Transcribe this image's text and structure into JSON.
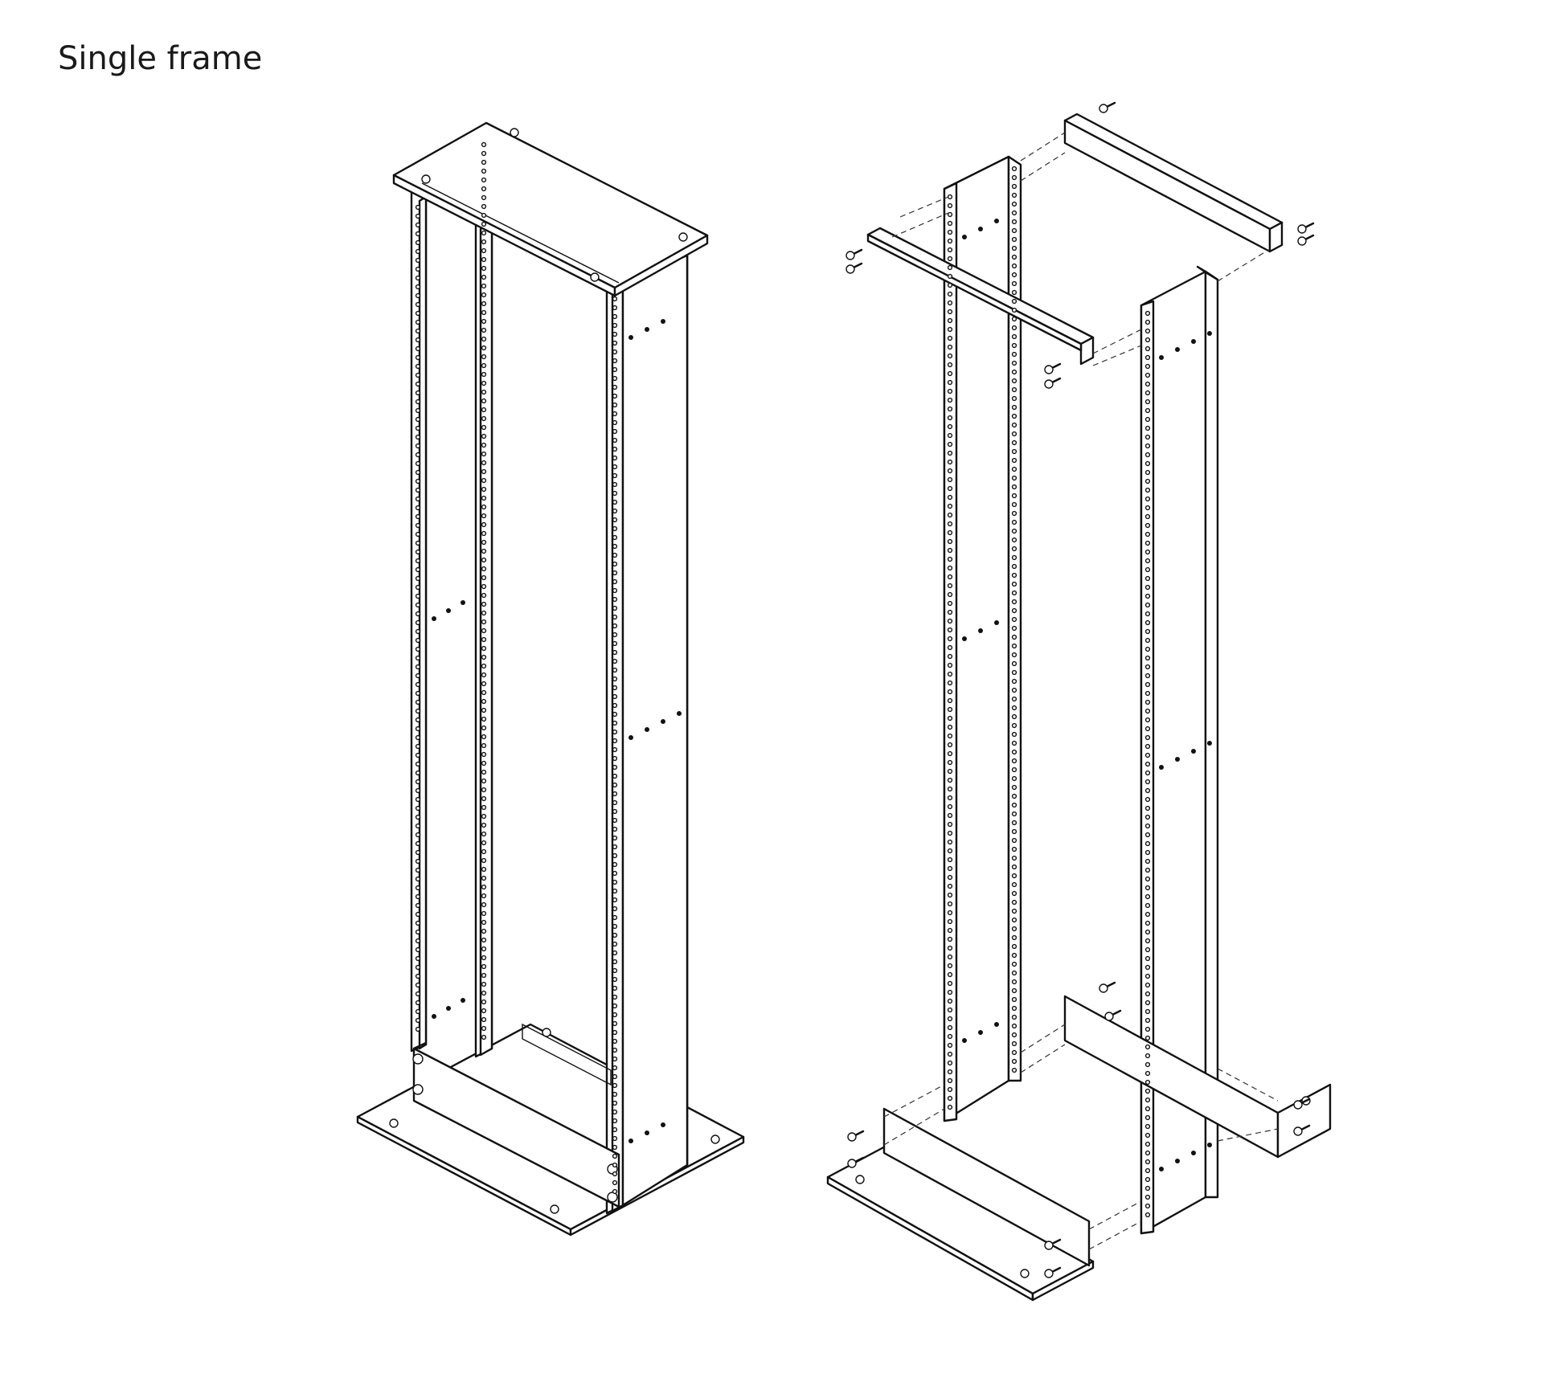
{
  "page": {
    "title": "Single frame"
  },
  "figures": [
    {
      "id": "assembled-frame"
    },
    {
      "id": "exploded-frame"
    }
  ],
  "colors": {
    "line": "#111111",
    "background": "#ffffff"
  }
}
